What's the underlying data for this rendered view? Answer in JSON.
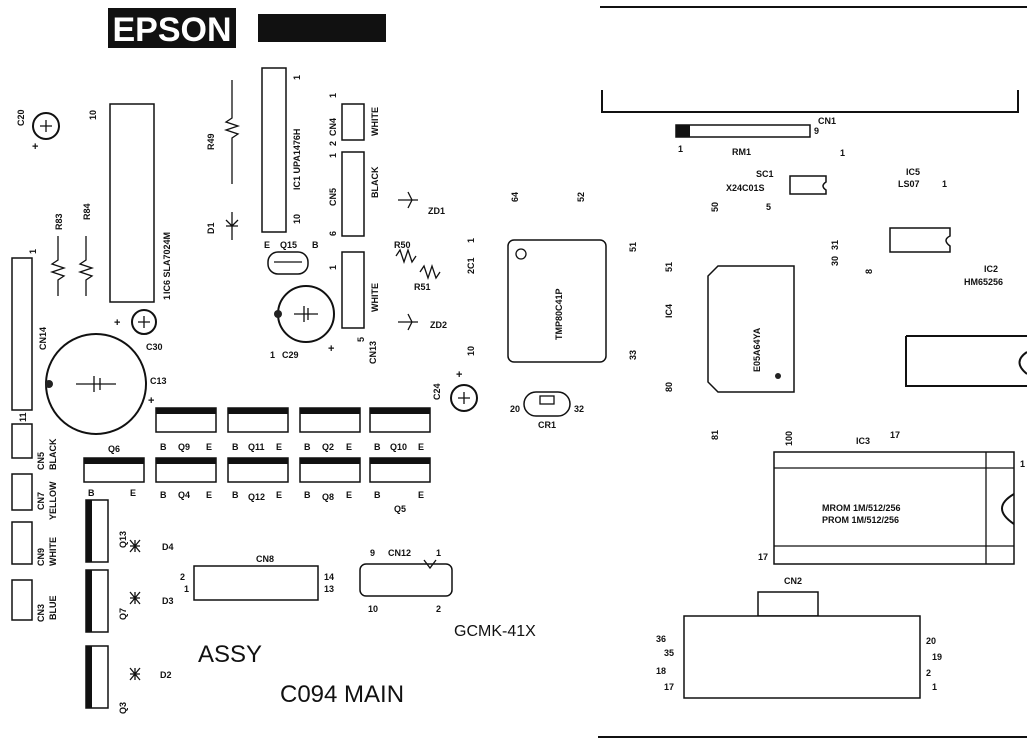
{
  "brand": {
    "logo": "EPSON"
  },
  "assembly": {
    "assy": "ASSY",
    "board": "C094 MAIN",
    "pcb_code": "GCMK-41X"
  },
  "left": {
    "ic6": "IC6 SLA7024M",
    "ic6_pin10": "10",
    "ic6_pin1": "1",
    "r49": "R49",
    "r83": "R83",
    "r84": "R84",
    "ic1": "IC1 UPA1476H",
    "ic1_pin1": "1",
    "ic1_pin10": "10",
    "d1": "D1",
    "q15": "Q15",
    "q15_e": "E",
    "q15_b": "B",
    "c20": "C20",
    "c30": "C30",
    "c29": "C29",
    "c13": "C13",
    "c24": "C24",
    "cn14": "CN14",
    "cn14_pin1": "1",
    "cn14_pin11": "11",
    "cn4": "CN4",
    "cn4_color": "WHITE",
    "cn4_pin1": "1",
    "cn4_pin2": "2",
    "cn5": "CN5",
    "cn5_color": "BLACK",
    "cn5_pin1": "1",
    "cn5_pin6": "6",
    "cn13": "CN13",
    "cn13_color": "WHITE",
    "cn13_pin1": "1",
    "cn13_pin5": "5",
    "zd1": "ZD1",
    "zd2": "ZD2",
    "r50": "R50",
    "r51": "R51",
    "transistors_row1": [
      "Q9",
      "Q11",
      "Q2",
      "Q10"
    ],
    "transistors_row2": [
      "Q4",
      "Q12",
      "Q8",
      "Q5"
    ],
    "q6": "Q6",
    "cn5b": "CN5",
    "cn5b_color": "BLACK",
    "cn7": "CN7",
    "cn7_color": "YELLOW",
    "cn9": "CN9",
    "cn9_color": "WHITE",
    "cn3": "CN3",
    "cn3_color": "BLUE",
    "q13": "Q13",
    "q7": "Q7",
    "q3": "Q3",
    "d4": "D4",
    "d3": "D3",
    "d2": "D2",
    "cn8": "CN8",
    "cn8_pins": [
      "2",
      "1",
      "14",
      "13"
    ],
    "cn12": "CN12",
    "cn12_pins": [
      "9",
      "1",
      "10",
      "2"
    ]
  },
  "right": {
    "cn1": "CN1",
    "rm1": "RM1",
    "rm1_pin1": "1",
    "rm1_pin9": "9",
    "rm1_pin1b": "1",
    "sc1": "SC1",
    "sc1_part": "X24C01S",
    "sc1_pin5": "5",
    "ic5": "IC5",
    "ic5_part": "LS07",
    "ic5_pin1": "1",
    "ic2": "IC2",
    "ic2_part": "HM65256",
    "ic4": "IC4",
    "ic4_part": "E05A64YA",
    "ic4_pins": [
      "64",
      "52",
      "51",
      "33",
      "80",
      "81",
      "100",
      "50",
      "30",
      "31",
      "8",
      "51"
    ],
    "ic1x": "2C1",
    "ic1x_part": "TMP80C41P",
    "ic1x_pins": [
      "1",
      "10",
      "20"
    ],
    "cr1": "CR1",
    "cr1_pins": [
      "20",
      "32"
    ],
    "ic3": "IC3",
    "ic3_pin17": "17",
    "ic3_pin17b": "17",
    "ic3_pin1": "1",
    "ic3_line1": "MROM 1M/512/256",
    "ic3_line2": "PROM 1M/512/256",
    "cn2": "CN2",
    "cn2_pins_left": [
      "36",
      "35",
      "18",
      "17"
    ],
    "cn2_pins_right": [
      "20",
      "19",
      "2",
      "1"
    ]
  }
}
